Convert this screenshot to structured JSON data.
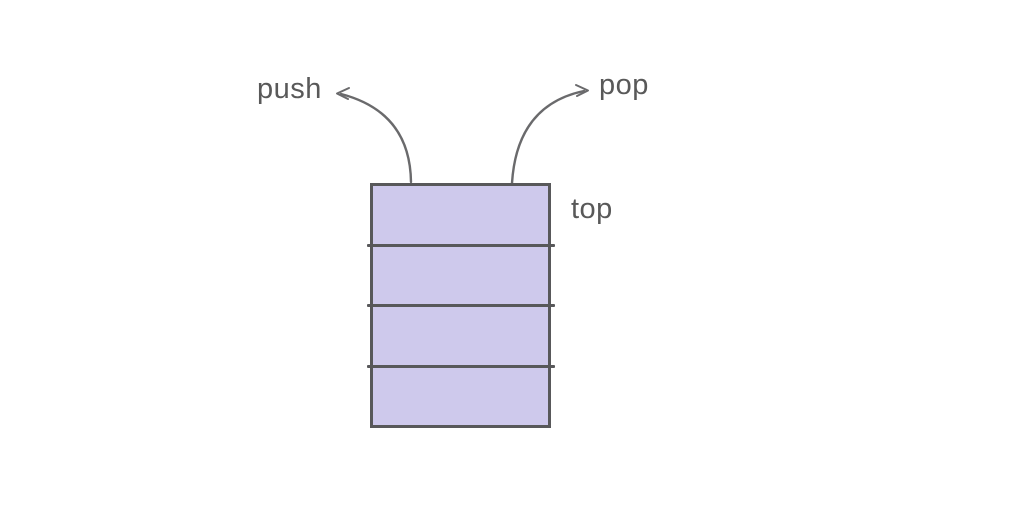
{
  "diagram": {
    "type": "stack-data-structure",
    "push_label": "push",
    "pop_label": "pop",
    "top_label": "top",
    "stack": {
      "levels": 4
    },
    "colors": {
      "background": "#ffffff",
      "cell_fill": "#cec9ec",
      "cell_border": "#58585a",
      "label_text": "#595959",
      "arrow": "#6a6a6c"
    }
  }
}
